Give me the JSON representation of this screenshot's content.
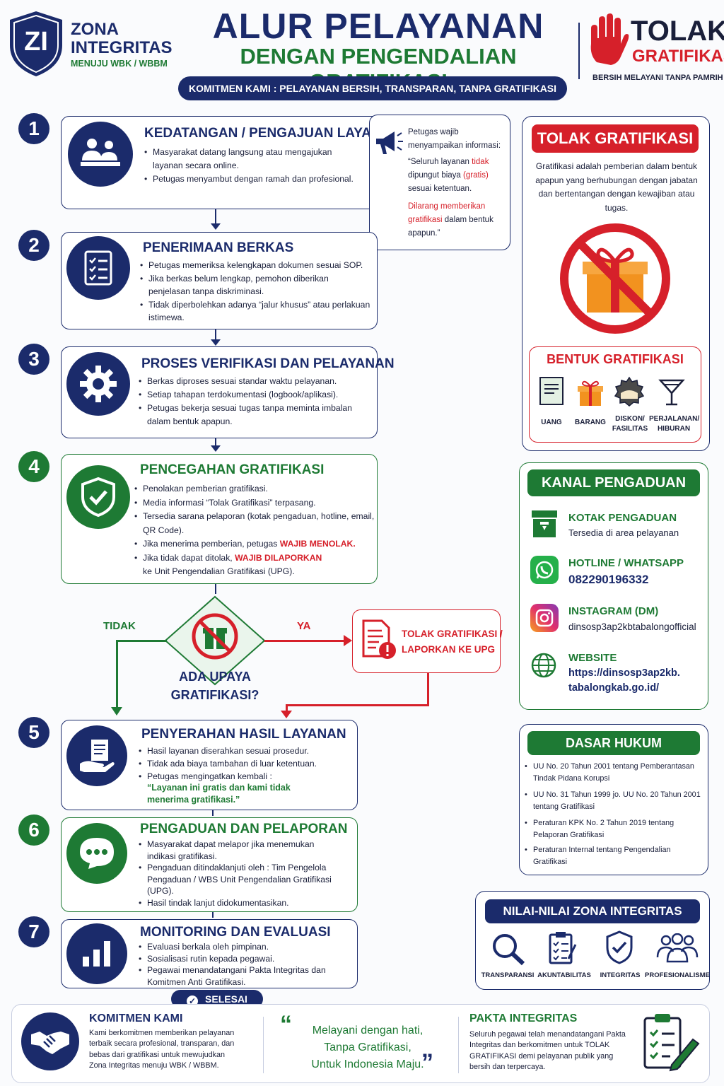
{
  "header": {
    "zi_badge": "ZI",
    "zi_line1": "ZONA",
    "zi_line2": "INTEGRITAS",
    "zi_line3": "MENUJU WBK / WBBM",
    "title": "ALUR PELAYANAN",
    "subtitle": "DENGAN PENGENDALIAN GRATIFIKASI",
    "commitment": "KOMITMEN KAMI : PELAYANAN BERSIH, TRANSPARAN, TANPA GRATIFIKASI",
    "tolak_line1": "TOLAK",
    "tolak_line2": "GRATIFIKASI",
    "tolak_tagline": "BERSIH MELAYANI TANPA PAMRIH"
  },
  "steps": [
    {
      "num": "1",
      "title": "KEDATANGAN / PENGAJUAN LAYANAN",
      "icon": "people-desk-icon",
      "items": [
        "Masyarakat datang langsung atau mengajukan layanan secara online.",
        "Petugas menyambut dengan ramah dan profesional."
      ]
    },
    {
      "num": "2",
      "title": "PENERIMAAN BERKAS",
      "icon": "checklist-icon",
      "items": [
        "Petugas memeriksa kelengkapan dokumen sesuai SOP.",
        "Jika berkas belum lengkap, pemohon diberikan penjelasan tanpa diskriminasi.",
        "Tidak diperbolehkan adanya “jalur khusus” atau perlakuan istimewa."
      ]
    },
    {
      "num": "3",
      "title": "PROSES VERIFIKASI DAN PELAYANAN",
      "icon": "gear-icon",
      "items": [
        "Berkas diproses sesuai standar waktu pelayanan.",
        "Setiap tahapan terdokumentasi (logbook/aplikasi).",
        "Petugas bekerja sesuai tugas tanpa meminta imbalan dalam bentuk apapun."
      ]
    },
    {
      "num": "4",
      "title": "PENCEGAHAN GRATIFIKASI",
      "icon": "shield-check-icon",
      "items": [
        "Penolakan pemberian gratifikasi.",
        "Media informasi “Tolak Gratifikasi” terpasang.",
        "Tersedia sarana pelaporan (kotak pengaduan, hotline, email, QR Code)."
      ],
      "item4_pre": "Jika menerima pemberian, petugas ",
      "item4_em": "WAJIB MENOLAK.",
      "item5_pre": "Jika tidak dapat ditolak, ",
      "item5_em": "WAJIB DILAPORKAN",
      "item5_post": "ke Unit Pengendalian Gratifikasi (UPG)."
    },
    {
      "num": "5",
      "title": "PENYERAHAN HASIL LAYANAN",
      "icon": "hand-document-icon",
      "items": [
        "Hasil layanan diserahkan sesuai prosedur.",
        "Tidak ada biaya tambahan di luar ketentuan.",
        "Petugas mengingatkan kembali :"
      ],
      "quote": "“Layanan ini gratis dan kami tidak menerima gratifikasi.”"
    },
    {
      "num": "6",
      "title": "PENGADUAN DAN PELAPORAN",
      "icon": "chat-bubble-icon",
      "items": [
        "Masyarakat dapat melapor jika menemukan indikasi gratifikasi.",
        "Pengaduan ditindaklanjuti oleh : Tim Pengelola Pengaduan / WBS Unit Pengendalian Gratifikasi (UPG).",
        "Hasil tindak lanjut didokumentasikan."
      ]
    },
    {
      "num": "7",
      "title": "MONITORING DAN EVALUASI",
      "icon": "bar-chart-icon",
      "items": [
        "Evaluasi berkala oleh pimpinan.",
        "Sosialisasi rutin kepada pegawai.",
        "Pegawai menandatangani Pakta Integritas dan Komitmen Anti Gratifikasi."
      ]
    }
  ],
  "callout": {
    "l1": "Petugas wajib",
    "l2": "menyampaikan informasi:",
    "q_pre": "“Seluruh layanan ",
    "q_red1": "tidak",
    "q_mid": " dipungut biaya ",
    "q_red2": "(gratis)",
    "q_post": " sesuai ketentuan.",
    "w_red": "Dilarang memberikan gratifikasi",
    "w_post": " dalam bentuk apapun.”"
  },
  "decision": {
    "question_l1": "ADA UPAYA",
    "question_l2": "GRATIFIKASI?",
    "no": "TIDAK",
    "yes": "YA",
    "action_l1": "TOLAK GRATIFIKASI /",
    "action_l2": "LAPORKAN KE UPG"
  },
  "selesai": "SELESAI",
  "tolak_panel": {
    "title": "TOLAK GRATIFIKASI",
    "desc": "Gratifikasi adalah pemberian dalam bentuk apapun yang berhubungan dengan jabatan dan bertentangan dengan kewajiban atau tugas.",
    "forms_title": "BENTUK GRATIFIKASI",
    "forms": [
      {
        "l1": "UANG",
        "l2": ""
      },
      {
        "l1": "BARANG",
        "l2": ""
      },
      {
        "l1": "DISKON/",
        "l2": "FASILITAS"
      },
      {
        "l1": "PERJALANAN/",
        "l2": "HIBURAN"
      }
    ]
  },
  "kanal": {
    "title": "KANAL PENGADUAN",
    "items": [
      {
        "label": "KOTAK PENGADUAN",
        "value": "Tersedia di area pelayanan",
        "icon": "box-icon"
      },
      {
        "label": "HOTLINE / WHATSAPP",
        "value": "082290196332",
        "icon": "whatsapp-icon"
      },
      {
        "label": "INSTAGRAM (DM)",
        "value": "dinsosp3ap2kbtabalongofficial",
        "icon": "instagram-icon"
      },
      {
        "label": "WEBSITE",
        "value": "https://dinsosp3ap2kb. tabalongkab.go.id/",
        "icon": "globe-icon"
      }
    ]
  },
  "dasar_hukum": {
    "title": "DASAR HUKUM",
    "items": [
      "UU No. 20 Tahun 2001 tentang Pemberantasan Tindak Pidana Korupsi",
      "UU No. 31 Tahun 1999 jo. UU No. 20 Tahun 2001 tentang Gratifikasi",
      "Peraturan KPK No. 2 Tahun 2019 tentang Pelaporan Gratifikasi",
      "Peraturan Internal tentang Pengendalian Gratifikasi"
    ]
  },
  "nilai": {
    "title": "NILAI-NILAI ZONA INTEGRITAS",
    "items": [
      "TRANSPARANSI",
      "AKUNTABILITAS",
      "INTEGRITAS",
      "PROFESIONALISME"
    ]
  },
  "footer": {
    "komitmen_title": "KOMITMEN KAMI",
    "komitmen_text": "Kami berkomitmen memberikan pelayanan terbaik secara profesional, transparan, dan bebas dari gratifikasi untuk mewujudkan Zona Integritas menuju WBK / WBBM.",
    "quote_l1": "Melayani dengan hati,",
    "quote_l2": "Tanpa Gratifikasi,",
    "quote_l3": "Untuk Indonesia Maju.",
    "pakta_title": "PAKTA INTEGRITAS",
    "pakta_text": "Seluruh pegawai telah menandatangani Pakta Integritas dan berkomitmen untuk TOLAK GRATIFIKASI demi pelayanan publik yang bersih dan terpercaya."
  },
  "colors": {
    "navy": "#1b2b6b",
    "green": "#1e7a34",
    "red": "#d6202a"
  }
}
